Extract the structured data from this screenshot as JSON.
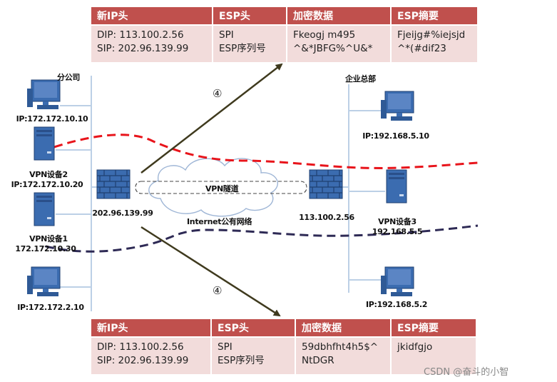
{
  "packet_top": {
    "headers": [
      "新IP头",
      "ESP头",
      "加密数据",
      "ESP摘要"
    ],
    "rows": [
      [
        "DIP: 113.100.2.56",
        "SPI",
        "Fkeogj m495",
        "Fjeijg#%iejsjd"
      ],
      [
        "SIP: 202.96.139.99",
        "ESP序列号",
        "^&*JBFG%^U&*",
        "^*(#dif23"
      ]
    ]
  },
  "packet_bottom": {
    "headers": [
      "新IP头",
      "ESP头",
      "加密数据",
      "ESP摘要"
    ],
    "rows": [
      [
        "DIP: 113.100.2.56",
        "SPI",
        "59dbhfht4h5$^",
        "jkidfgjo"
      ],
      [
        "SIP: 202.96.139.99",
        "ESP序列号",
        "NtDGR",
        ""
      ]
    ]
  },
  "branch": {
    "title": "分公司",
    "pc1_ip": "IP:172.172.10.10",
    "vpn2_name": "VPN设备2",
    "vpn2_ip": "IP:172.172.10.20",
    "vpn1_name": "VPN设备1",
    "vpn1_ip": "172.172.10.30",
    "pc2_ip": "IP:172.172.2.10",
    "firewall_ip": "202.96.139.99"
  },
  "hq": {
    "title": "企业总部",
    "pc1_ip": "IP:192.168.5.10",
    "vpn3_name": "VPN设备3",
    "vpn3_ip": "192.168.5.5",
    "pc2_ip": "IP:192.168.5.2",
    "firewall_ip": "113.100.2.56"
  },
  "network": {
    "tunnel_label": "VPN隧道",
    "internet_label": "Internet公有网络",
    "step_top": "④",
    "step_bottom": "④"
  },
  "watermark": "CSDN @奋斗的小智",
  "colors": {
    "header_bg": "#c0504d",
    "cell_bg": "#f2dcdb",
    "red_dash": "#e8141b",
    "blue_dash": "#2e2a55",
    "arrow": "#3f3a1e"
  }
}
